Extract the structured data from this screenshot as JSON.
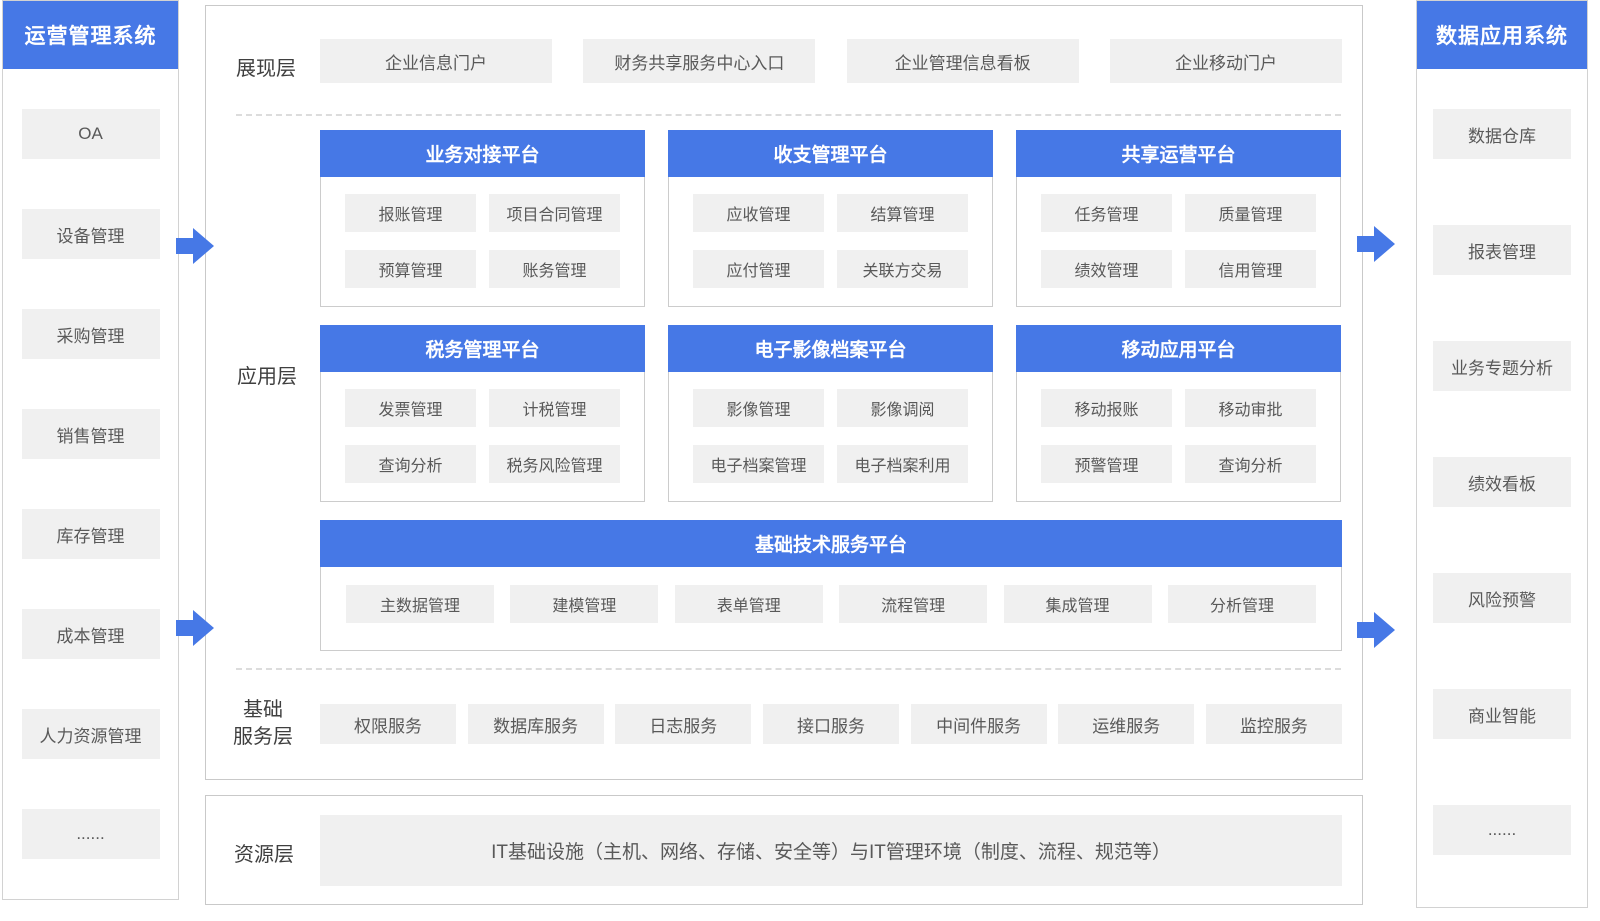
{
  "colors": {
    "accent": "#4678e6",
    "chip_bg": "#f0f0f0",
    "border": "#c9c9c9",
    "chip_text": "#595959"
  },
  "sidebar_left": {
    "title": "运营管理系统",
    "items": [
      "OA",
      "设备管理",
      "采购管理",
      "销售管理",
      "库存管理",
      "成本管理",
      "人力资源管理",
      "......"
    ]
  },
  "sidebar_right": {
    "title": "数据应用系统",
    "items": [
      "数据仓库",
      "报表管理",
      "业务专题分析",
      "绩效看板",
      "风险预警",
      "商业智能",
      "......"
    ]
  },
  "presentation": {
    "label": "展现层",
    "items": [
      "企业信息门户",
      "财务共享服务中心入口",
      "企业管理信息看板",
      "企业移动门户"
    ]
  },
  "application": {
    "label": "应用层",
    "platforms": [
      {
        "title": "业务对接平台",
        "items": [
          "报账管理",
          "项目合同管理",
          "预算管理",
          "账务管理"
        ]
      },
      {
        "title": "收支管理平台",
        "items": [
          "应收管理",
          "结算管理",
          "应付管理",
          "关联方交易"
        ]
      },
      {
        "title": "共享运营平台",
        "items": [
          "任务管理",
          "质量管理",
          "绩效管理",
          "信用管理"
        ]
      },
      {
        "title": "税务管理平台",
        "items": [
          "发票管理",
          "计税管理",
          "查询分析",
          "税务风险管理"
        ]
      },
      {
        "title": "电子影像档案平台",
        "items": [
          "影像管理",
          "影像调阅",
          "电子档案管理",
          "电子档案利用"
        ]
      },
      {
        "title": "移动应用平台",
        "items": [
          "移动报账",
          "移动审批",
          "预警管理",
          "查询分析"
        ]
      }
    ],
    "base_platform": {
      "title": "基础技术服务平台",
      "items": [
        "主数据管理",
        "建模管理",
        "表单管理",
        "流程管理",
        "集成管理",
        "分析管理"
      ]
    }
  },
  "services": {
    "label_line1": "基础",
    "label_line2": "服务层",
    "items": [
      "权限服务",
      "数据库服务",
      "日志服务",
      "接口服务",
      "中间件服务",
      "运维服务",
      "监控服务"
    ]
  },
  "resource": {
    "label": "资源层",
    "text": "IT基础设施（主机、网络、存储、安全等）与IT管理环境（制度、流程、规范等）"
  }
}
